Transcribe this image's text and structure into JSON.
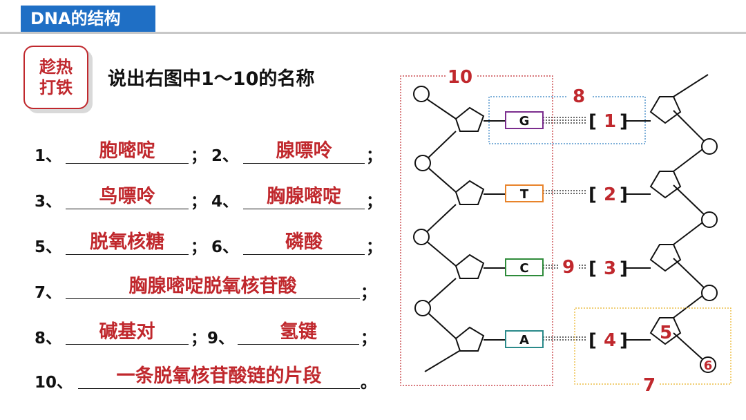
{
  "header": {
    "title": "DNA的结构"
  },
  "badge": {
    "line1": "趁热",
    "line2": "打铁"
  },
  "question": "说出右图中1～10的名称",
  "answers": {
    "n1": "1、",
    "a1": "胞嘧啶",
    "n2": "2、",
    "a2": "腺嘌呤",
    "n3": "3、",
    "a3": "鸟嘌呤",
    "n4": "4、",
    "a4": "胸腺嘧啶",
    "n5": "5、",
    "a5": "脱氧核糖",
    "n6": "6、",
    "a6": "磷酸",
    "n7": "7、",
    "a7": "胸腺嘧啶脱氧核苷酸",
    "n8": "8、",
    "a8": "碱基对",
    "n9": "9、",
    "a9": "氢键",
    "n10": "10、",
    "a10": "一条脱氧核苷酸链的片段",
    "semi": "；",
    "period": "。"
  },
  "diagram": {
    "bases_left": [
      "G",
      "T",
      "C",
      "A"
    ],
    "bracket_labels": [
      "1",
      "2",
      "3",
      "4"
    ],
    "label_5": "5",
    "label_6": "6",
    "label_7": "7",
    "label_8": "8",
    "label_9": "9",
    "label_10": "10",
    "bracket_open": "[",
    "bracket_close": "]"
  },
  "colors": {
    "accent": "#c0282d",
    "header_blue": "#1f6fc5",
    "G": "#7b2d8e",
    "T": "#e8832a",
    "C": "#2e8b3a",
    "A": "#2a8a8a"
  }
}
